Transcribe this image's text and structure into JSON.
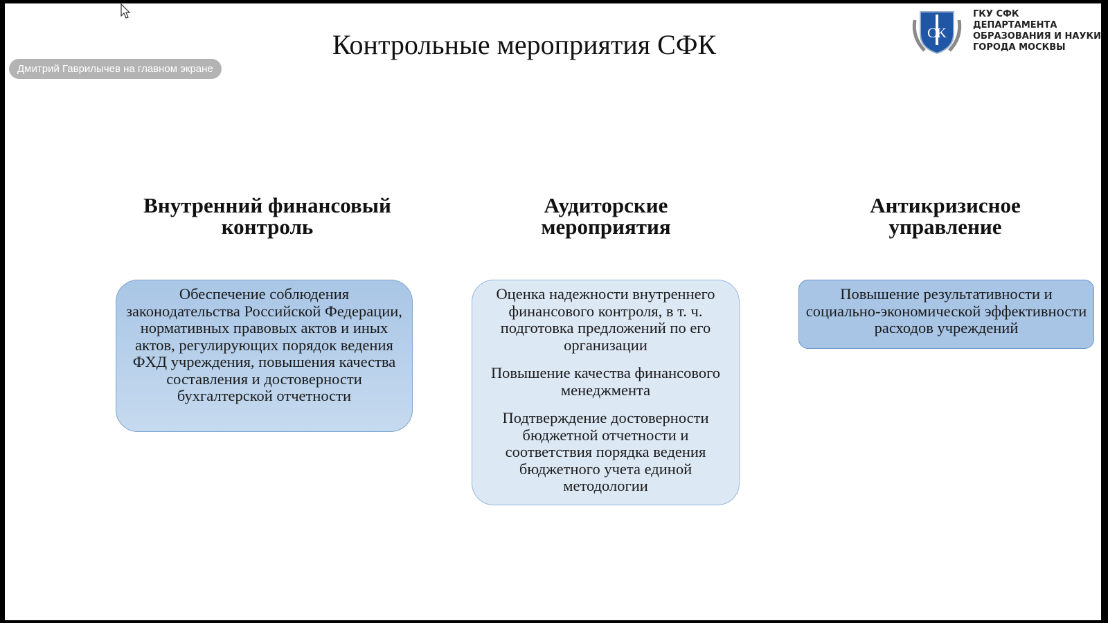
{
  "title": "Контрольные мероприятия СФК",
  "presenter_chip": "Дмитрий Гаврилычев на главном экране",
  "org": {
    "logo_text": "СФК",
    "lines": [
      "ГКУ СФК",
      "ДЕПАРТАМЕНТА",
      "ОБРАЗОВАНИЯ И НАУКИ",
      "ГОРОДА МОСКВЫ"
    ]
  },
  "columns": [
    {
      "heading": [
        "Внутренний финансовый",
        "контроль"
      ],
      "items": [
        "Обеспечение соблюдения законодательства Российской Федерации, нормативных правовых актов и иных актов, регулирующих порядок ведения ФХД учреждения, повышения качества составления и достоверности бухгалтерской отчетности"
      ]
    },
    {
      "heading": [
        "Аудиторские",
        "мероприятия"
      ],
      "items": [
        "Оценка надежности внутреннего финансового контроля, в т. ч. подготовка предложений по его организации",
        "Повышение качества финансового менеджмента",
        "Подтверждение достоверности бюджетной отчетности и соответствия порядка ведения бюджетного учета единой методологии"
      ]
    },
    {
      "heading": [
        "Антикризисное",
        "управление"
      ],
      "items": [
        "Повышение результативности и социально-экономической эффективности расходов учреждений"
      ]
    }
  ]
}
